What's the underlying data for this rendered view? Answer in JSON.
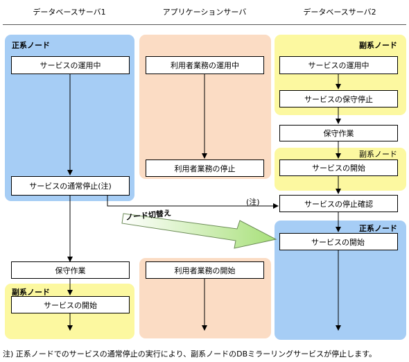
{
  "headers": {
    "col1": "データベースサーバ1",
    "col2": "アプリケーションサーバ",
    "col3": "データベースサーバ2"
  },
  "zones": {
    "primary1": "正系ノード",
    "standby2_top": "副系ノード",
    "standby2_mid": "副系ノード",
    "primary2": "正系ノード",
    "standby1": "副系ノード"
  },
  "boxes": {
    "db1_running": "サービスの運用中",
    "db1_stop": "サービスの通常停止(注)",
    "db1_maint": "保守作業",
    "db1_start": "サービスの開始",
    "app_running": "利用者業務の運用中",
    "app_stop": "利用者業務の停止",
    "app_start": "利用者業務の開始",
    "db2_running": "サービスの運用中",
    "db2_maint_stop": "サービスの保守停止",
    "db2_maint": "保守作業",
    "db2_start": "サービスの開始",
    "db2_confirm": "サービスの停止確認",
    "db2_start2": "サービスの開始"
  },
  "switch_label": "ノード切替え",
  "note_marker": "(注)",
  "footnote": "注) 正系ノードでのサービスの通常停止の実行により、副系ノードのDBミラーリングサービスが停止します。"
}
